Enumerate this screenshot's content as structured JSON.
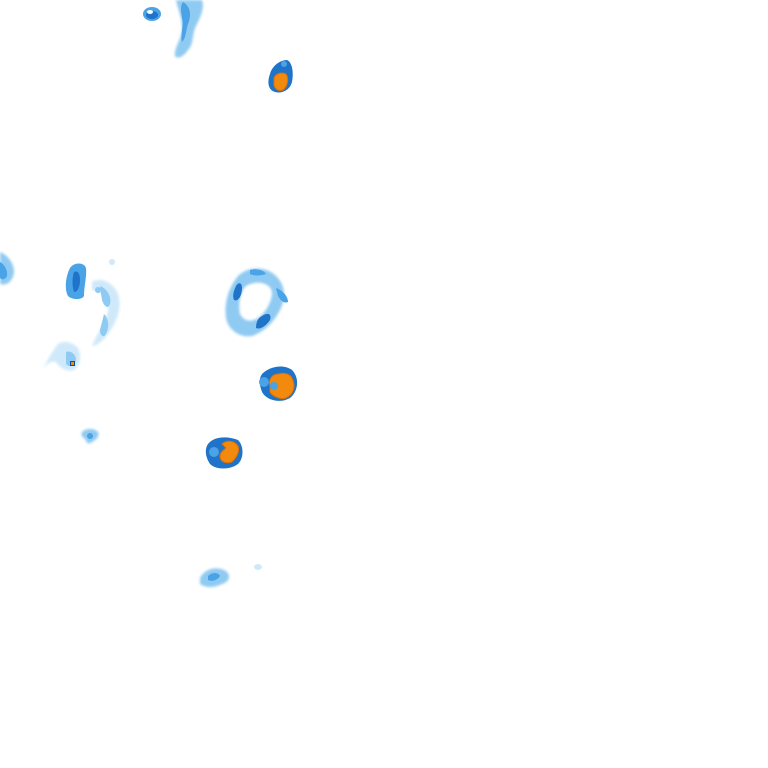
{
  "map": {
    "kind": "precipitation-radar-overlay",
    "background_color": "#ffffff",
    "intensity_palette": {
      "very_light": "#cfe9fb",
      "light": "#8fcaf2",
      "medium": "#4aa3e6",
      "heavy": "#1f73c9",
      "very_heavy": "#0b4e9c",
      "extreme": "#f28a0e",
      "extreme_edge": "#d9700a"
    },
    "echo_cells": [
      {
        "id": "cell-1",
        "intensity": "heavy"
      },
      {
        "id": "cell-2",
        "intensity": "extreme"
      },
      {
        "id": "cell-3",
        "intensity": "light"
      },
      {
        "id": "cell-4",
        "intensity": "very_light"
      },
      {
        "id": "cell-5",
        "intensity": "medium"
      },
      {
        "id": "cell-6",
        "intensity": "extreme"
      },
      {
        "id": "cell-7",
        "intensity": "extreme"
      },
      {
        "id": "cell-8",
        "intensity": "light"
      },
      {
        "id": "cell-9",
        "intensity": "light"
      },
      {
        "id": "cell-10",
        "intensity": "very_light"
      }
    ]
  }
}
